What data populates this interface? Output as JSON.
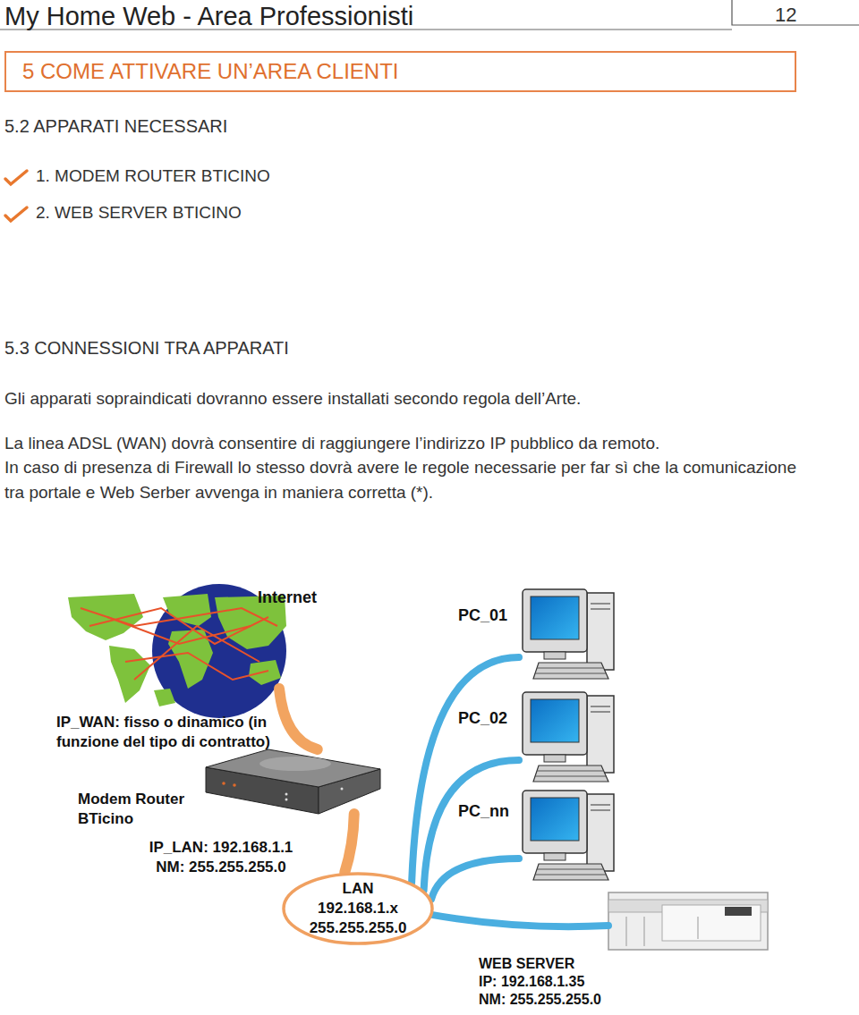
{
  "diagram": {
    "title": "My Home Web - Area Professionisti",
    "nodes": [
      {
        "text": [
          "5 COME ATTIVARE UN’AREA CLIENTI"
        ]
      },
      {
        "text": [
          "Internet"
        ]
      },
      {
        "text": [
          "PC_01"
        ]
      },
      {
        "text": [
          "IP_WAN: fisso o dinamico (in funzione del tipo di contratto)",
          "Modem Router BTicino",
          "IP_LAN: 192.168.1.1 NM: 255.255.255.0"
        ]
      },
      {
        "text": [
          "PC_02"
        ]
      },
      {
        "text": [
          "PC_nn"
        ]
      },
      {
        "text": [
          "LAN",
          "192.168.1.x",
          "255.255.255.0"
        ]
      },
      {
        "text": [
          "WEB SERVER",
          "IP: 192.168.1.35",
          "NM: 255.255.255.0"
        ]
      }
    ],
    "edges": [
      {
        "from": 1,
        "to": 3,
        "arrow": "none"
      },
      {
        "from": 3,
        "to": 6,
        "arrow": "none"
      },
      {
        "from": 6,
        "to": 2,
        "arrow": "none"
      },
      {
        "from": 6,
        "to": 4,
        "arrow": "none"
      },
      {
        "from": 6,
        "to": 5,
        "arrow": "none"
      },
      {
        "from": 6,
        "to": 7,
        "arrow": "none"
      }
    ],
    "labels": [
      "12",
      "5.2 APPARATI NECESSARI",
      "1. MODEM ROUTER BTICINO",
      "2. WEB SERVER BTICINO",
      "5.3 CONNESSIONI TRA APPARATI",
      "Gli apparati sopraindicati dovranno essere installati secondo regola dell’Arte.",
      "La linea ADSL (WAN) dovrà consentire di raggiungere l’indirizzo IP pubblico da remoto.",
      "In caso di presenza di Firewall lo stesso dovrà avere le regole necessarie per far sì che la comunicazione tra portale e Web Serber avvenga in maniera corretta (*)."
    ]
  }
}
